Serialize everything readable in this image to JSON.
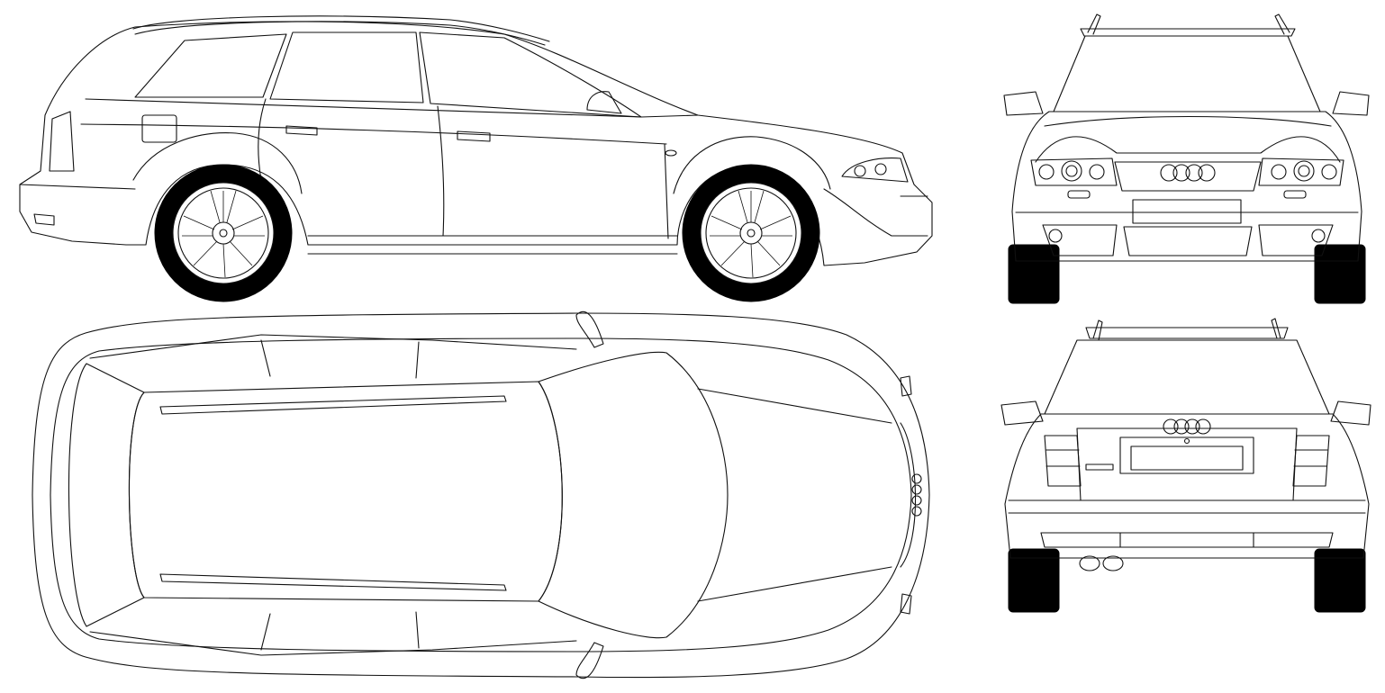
{
  "image": {
    "kind": "vehicle-blueprint",
    "line_color": "#111111",
    "background_color": "#ffffff",
    "tire_color": "#000000"
  },
  "views": [
    {
      "id": "side",
      "label": ""
    },
    {
      "id": "top",
      "label": ""
    },
    {
      "id": "front",
      "label": ""
    },
    {
      "id": "rear",
      "label": ""
    }
  ],
  "badge": {
    "rings": 4,
    "icon": "four-rings-logo"
  }
}
